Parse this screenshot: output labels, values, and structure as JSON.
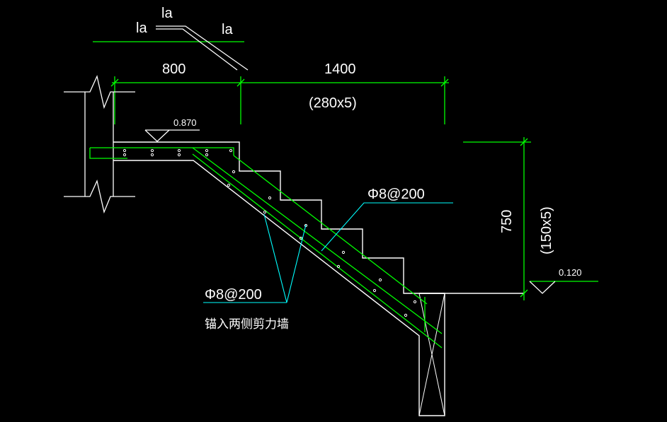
{
  "colors": {
    "background": "#000000",
    "concrete": "#ffffff",
    "rebar": "#00ff00",
    "dimension": "#00ff00",
    "leader": "#00ffff",
    "text": "#ffffff",
    "section_mark": "#ff0000"
  },
  "anchor_labels": {
    "left": "la",
    "top": "la",
    "right": "la"
  },
  "dimensions": {
    "landing_width": "800",
    "run_width": "1400",
    "run_breakdown": "(280x5)",
    "rise_height": "750",
    "rise_breakdown": "(150x5)"
  },
  "elevations": {
    "upper": "0.870",
    "lower": "0.120"
  },
  "rebar_notes": {
    "main_bar": "Φ8@200",
    "tie_bar": "Φ8@200",
    "tie_anchor_note": "锚入两侧剪力墙"
  }
}
